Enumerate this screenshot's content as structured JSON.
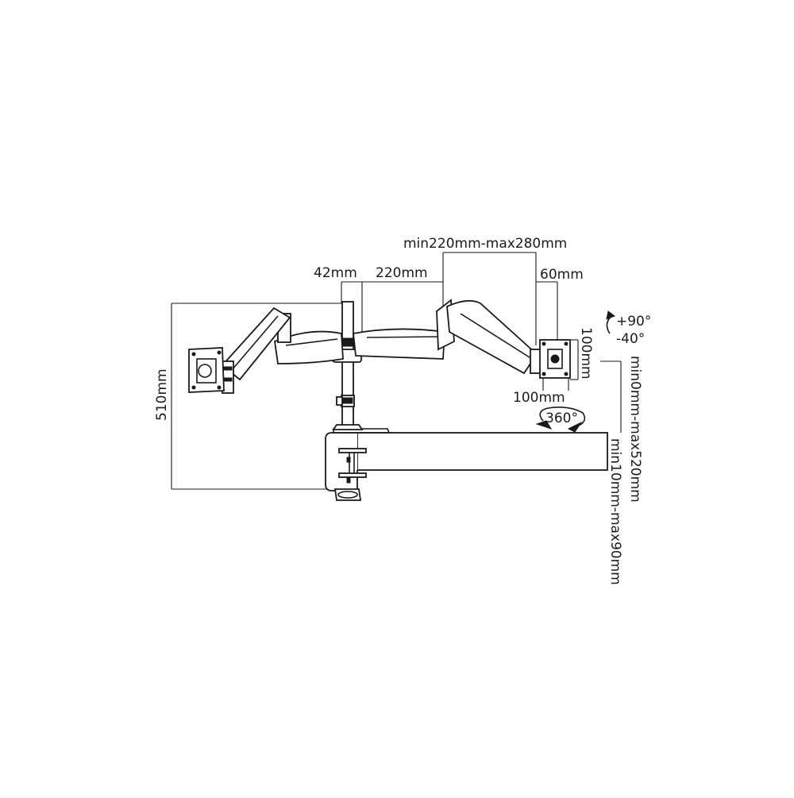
{
  "dimensions": {
    "arm_extension": "min220mm-max280mm",
    "pole_offset": "42mm",
    "first_arm": "220mm",
    "tilt_offset": "60mm",
    "tilt_up": "+90°",
    "tilt_down": "-40°",
    "vesa_height": "100mm",
    "vesa_width": "100mm",
    "rotation": "360°",
    "total_height": "510mm",
    "height_adjust": "min0mm-max520mm",
    "desk_thickness": "min10mm-max90mm"
  },
  "colors": {
    "line": "#1a1a1a",
    "background": "#ffffff"
  }
}
